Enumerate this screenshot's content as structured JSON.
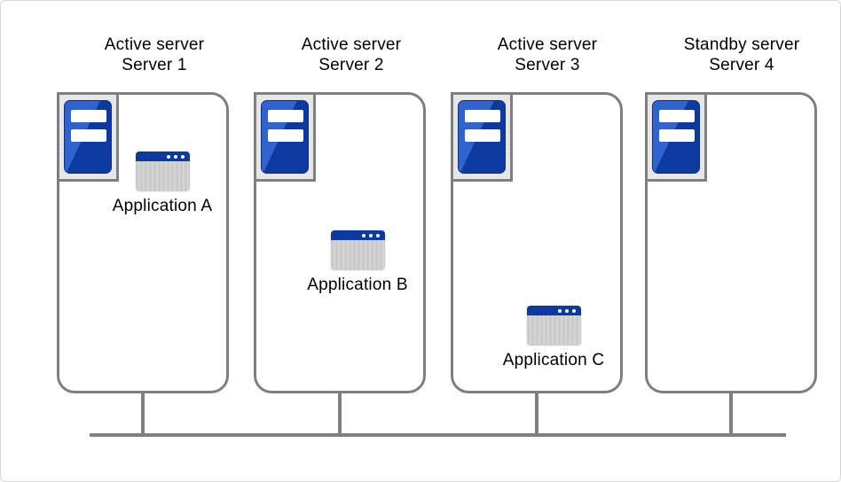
{
  "servers": [
    {
      "role": "Active server",
      "name": "Server 1",
      "application": "Application A"
    },
    {
      "role": "Active server",
      "name": "Server 2",
      "application": "Application B"
    },
    {
      "role": "Active server",
      "name": "Server 3",
      "application": "Application C"
    },
    {
      "role": "Standby server",
      "name": "Server 4",
      "application": null
    }
  ],
  "icons": {
    "server": "server-tower-icon",
    "application": "application-window-icon"
  },
  "colors": {
    "tower_blue_light": "#2f63cf",
    "tower_blue_dark": "#0c3aa0",
    "window_titlebar_blue": "#0c3aa0",
    "window_body_gray": "#cfcfcf",
    "outline_gray": "#7f7f7f",
    "bus_gray": "#808080"
  }
}
